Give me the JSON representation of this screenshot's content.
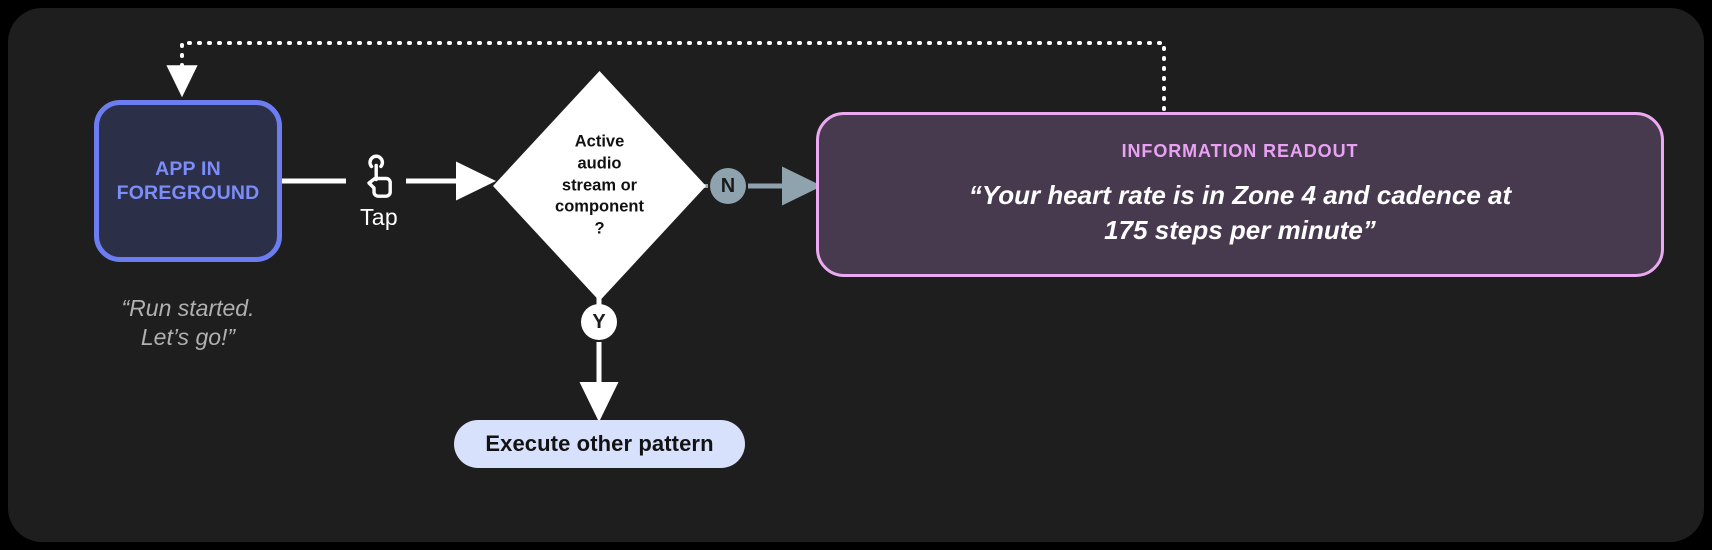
{
  "canvas": {
    "background": "#1E1E1E",
    "page_background": "#000000"
  },
  "nodes": {
    "app": {
      "label": "APP IN\nFOREGROUND",
      "caption": "“Run started.\nLet’s go!”",
      "border_color": "#6C7DF2",
      "fill_color": "#2B3048",
      "text_color": "#7C8CF8"
    },
    "gesture": {
      "icon": "tap-hand-icon",
      "label": "Tap"
    },
    "decision": {
      "text": "Active\naudio\nstream or\ncomponent\n?",
      "fill_color": "#FFFFFF",
      "text_color": "#111111"
    },
    "branch_no": {
      "label": "N",
      "badge_color": "#8FA3AF",
      "text_color": "#1B1B1B"
    },
    "branch_yes": {
      "label": "Y",
      "badge_color": "#FFFFFF",
      "text_color": "#1B1B1B"
    },
    "execute": {
      "label": "Execute other pattern",
      "fill_color": "#D7E1FB",
      "text_color": "#121212"
    },
    "readout": {
      "title": "INFORMATION READOUT",
      "body": "“Your heart rate is in Zone 4 and cadence at\n175 steps per minute”",
      "border_color": "#EAA9F0",
      "fill_color": "#473A4E",
      "title_color": "#E9A1F3",
      "body_color": "#FFFFFF"
    }
  },
  "connectors": {
    "app_to_tap": {
      "style": "solid",
      "color": "#FFFFFF"
    },
    "tap_to_decision": {
      "style": "solid-arrow",
      "color": "#FFFFFF"
    },
    "decision_to_readout": {
      "style": "solid-arrow",
      "color": "#8FA3AF"
    },
    "decision_to_execute": {
      "style": "solid-arrow",
      "color": "#FFFFFF"
    },
    "readout_feedback_to_app": {
      "style": "dotted-arrow",
      "color": "#FFFFFF"
    }
  }
}
